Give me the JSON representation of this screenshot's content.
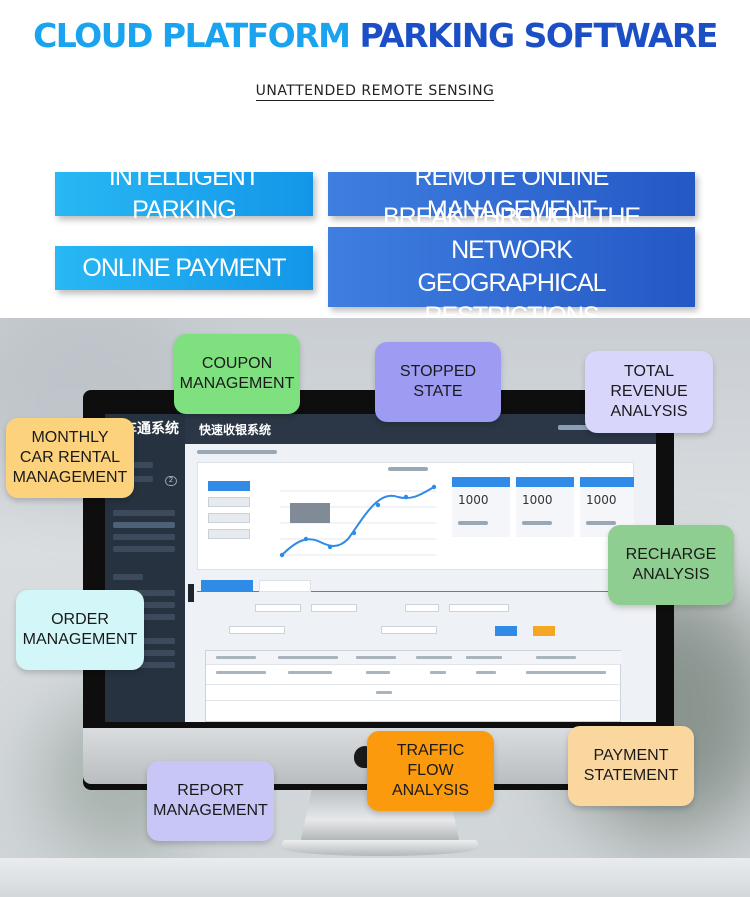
{
  "header": {
    "title_part1": "CLOUD PLATFORM",
    "title_part2": "PARKING SOFTWARE",
    "subtitle": "UNATTENDED REMOTE SENSING"
  },
  "features": [
    {
      "lines": [
        "INTELLIGENT PARKING"
      ]
    },
    {
      "lines": [
        "REMOTE ONLINE MANAGEMENT"
      ]
    },
    {
      "lines": [
        "ONLINE PAYMENT"
      ]
    },
    {
      "lines": [
        "BREAK THROUGH THE NETWORK",
        "GEOGRAPHICAL RESTRICTIONS"
      ]
    }
  ],
  "screen": {
    "brand": "车通系统",
    "app_title": "快速收银系统",
    "badge": "2",
    "card_values": [
      "1000",
      "1000",
      "1000"
    ]
  },
  "bubbles": [
    {
      "lines": [
        "COUPON",
        "MANAGEMENT"
      ],
      "color": "#7ee07f"
    },
    {
      "lines": [
        "STOPPED",
        "STATE"
      ],
      "color": "#9d9bf2"
    },
    {
      "lines": [
        "TOTAL REVENUE",
        "ANALYSIS"
      ],
      "color": "#d8d6fb"
    },
    {
      "lines": [
        "MONTHLY",
        "CAR RENTAL",
        "MANAGEMENT"
      ],
      "color": "#fdd27c"
    },
    {
      "lines": [
        "RECHARGE",
        "ANALYSIS"
      ],
      "color": "#8fce91"
    },
    {
      "lines": [
        "ORDER",
        "MANAGEMENT"
      ],
      "color": "#d3f6f8"
    },
    {
      "lines": [
        "TRAFFIC FLOW",
        "ANALYSIS"
      ],
      "color": "#fb9a0c"
    },
    {
      "lines": [
        "PAYMENT",
        "STATEMENT"
      ],
      "color": "#fbd7a0"
    },
    {
      "lines": [
        "REPORT",
        "MANAGEMENT"
      ],
      "color": "#c8c6f7"
    }
  ]
}
